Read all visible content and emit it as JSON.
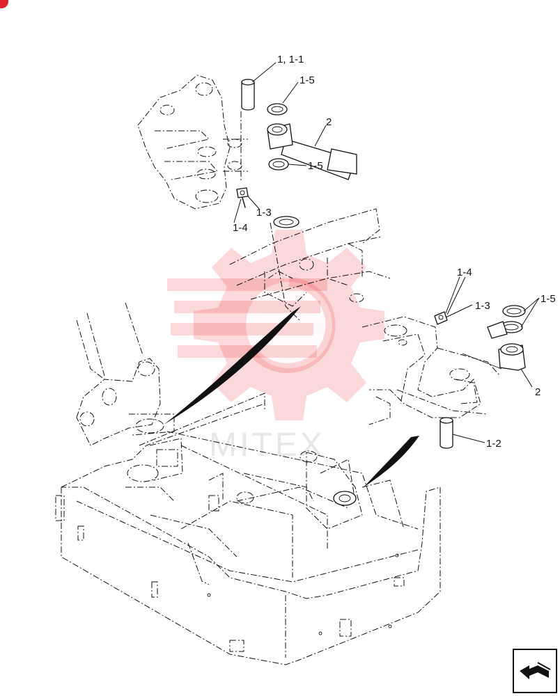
{
  "callouts": {
    "c1": "1, 1-1",
    "c2": "1-5",
    "c3": "2",
    "c4": "1-5",
    "c5": "1-3",
    "c6": "1-4",
    "c7": "1-4",
    "c8": "1-3",
    "c9": "1-5",
    "c10": "2",
    "c11": "1-2"
  },
  "watermark": {
    "text": "MITEX",
    "color": "#e8262b"
  },
  "colors": {
    "line": "#111111",
    "badge": "#e0222c",
    "background": "#ffffff"
  },
  "icons": {
    "navigation": "return-arrow-icon",
    "badge": "corner-badge-icon"
  }
}
